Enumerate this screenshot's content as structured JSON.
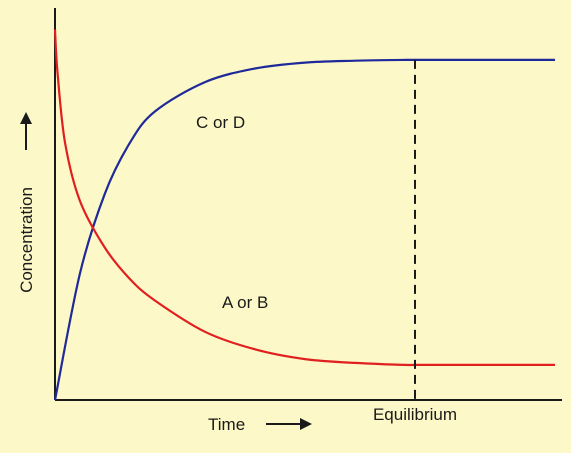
{
  "chart_data": {
    "type": "line",
    "title": "",
    "xlabel": "Time",
    "ylabel": "Concentration",
    "xlim": [
      0,
      10
    ],
    "ylim": [
      0,
      10
    ],
    "grid": false,
    "series": [
      {
        "name": "C or D",
        "color": "#1f2a9a",
        "x": [
          0,
          0.5,
          1,
          1.5,
          2,
          3,
          4,
          5,
          6,
          7,
          7.2,
          8,
          9,
          10
        ],
        "y": [
          0,
          3.25,
          5.3,
          6.6,
          7.4,
          8.15,
          8.5,
          8.65,
          8.7,
          8.72,
          8.72,
          8.72,
          8.72,
          8.72
        ]
      },
      {
        "name": "A or B",
        "color": "#e02020",
        "x": [
          0,
          0.05,
          0.2,
          0.5,
          1,
          1.5,
          2,
          3,
          4,
          5,
          6,
          7,
          7.2,
          8,
          9,
          10
        ],
        "y": [
          9.5,
          8.4,
          6.6,
          5.1,
          3.9,
          3.1,
          2.55,
          1.75,
          1.3,
          1.05,
          0.95,
          0.9,
          0.9,
          0.9,
          0.9,
          0.9
        ]
      }
    ],
    "annotations": [
      {
        "text": "Equilibrium",
        "x": 7.2
      }
    ],
    "colors": {
      "background": "#fdf8c7",
      "axis": "#1a1a1a"
    }
  }
}
